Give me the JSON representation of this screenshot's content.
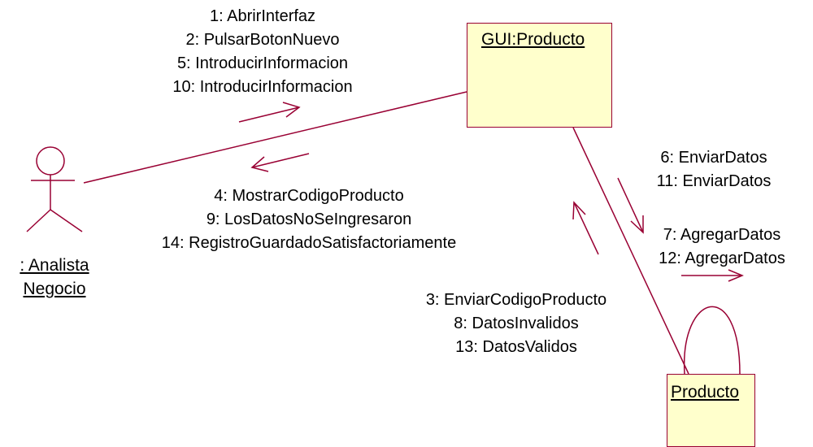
{
  "diagram": {
    "objects": {
      "gui": "GUI:Producto",
      "producto": "Producto"
    },
    "actor": {
      "name_line1": ": Analista",
      "name_line2": "Negocio"
    },
    "messages": {
      "actor_to_gui": [
        "1: AbrirInterfaz",
        "2: PulsarBotonNuevo",
        "5: IntroducirInformacion",
        "10: IntroducirInformacion"
      ],
      "gui_to_actor": [
        "4: MostrarCodigoProducto",
        "9: LosDatosNoSeIngresaron",
        "14: RegistroGuardadoSatisfactoriamente"
      ],
      "gui_to_producto": [
        "6: EnviarDatos",
        "11: EnviarDatos"
      ],
      "producto_to_gui": [
        "3: EnviarCodigoProducto",
        "8: DatosInvalidos",
        "13: DatosValidos"
      ],
      "producto_self": [
        "7: AgregarDatos",
        "12: AgregarDatos"
      ]
    },
    "colors": {
      "stroke": "#990033",
      "object_fill": "#ffffcc"
    }
  }
}
